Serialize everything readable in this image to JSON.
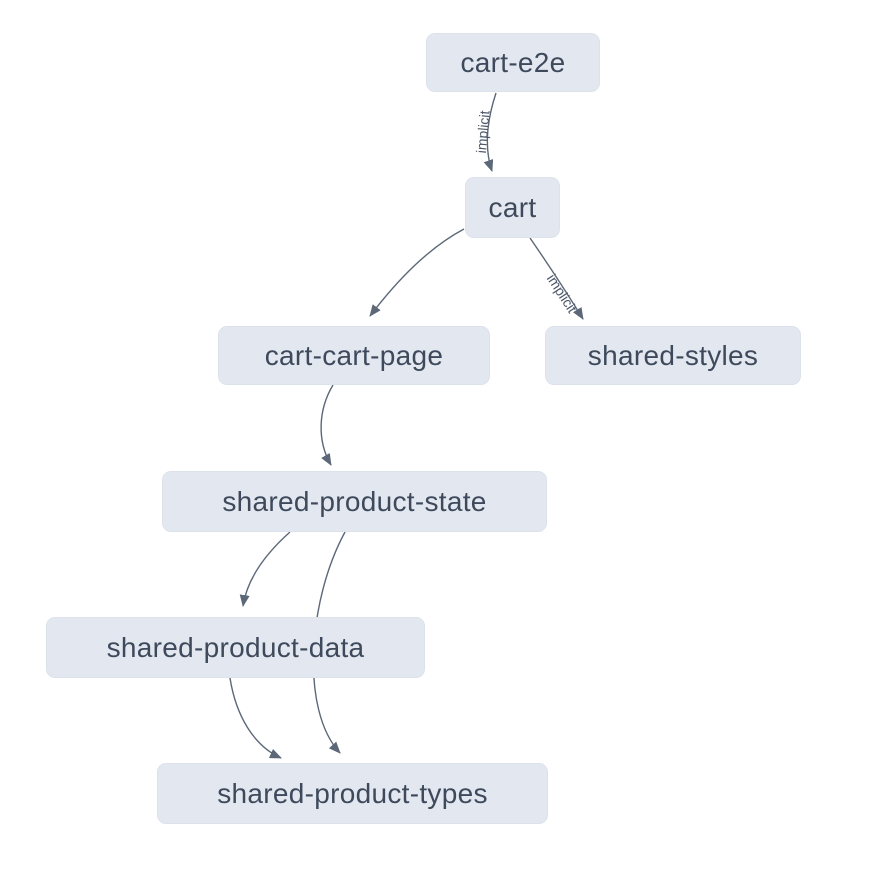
{
  "graph": {
    "type": "project-dependency-graph",
    "background": "#ffffff",
    "colors": {
      "node_fill": "#e3e8f0",
      "node_border": "#dce2ec",
      "node_text": "#3e4a5c",
      "edge_stroke": "#5c6878",
      "edge_label_text": "#4c5668"
    },
    "nodes": [
      {
        "id": "cart-e2e",
        "label": "cart-e2e"
      },
      {
        "id": "cart",
        "label": "cart"
      },
      {
        "id": "cart-cart-page",
        "label": "cart-cart-page"
      },
      {
        "id": "shared-styles",
        "label": "shared-styles"
      },
      {
        "id": "shared-product-state",
        "label": "shared-product-state"
      },
      {
        "id": "shared-product-data",
        "label": "shared-product-data"
      },
      {
        "id": "shared-product-types",
        "label": "shared-product-types"
      }
    ],
    "edges": [
      {
        "from": "cart-e2e",
        "to": "cart",
        "label": "implicit"
      },
      {
        "from": "cart",
        "to": "cart-cart-page",
        "label": ""
      },
      {
        "from": "cart",
        "to": "shared-styles",
        "label": "implicit"
      },
      {
        "from": "cart-cart-page",
        "to": "shared-product-state",
        "label": ""
      },
      {
        "from": "shared-product-state",
        "to": "shared-product-data",
        "label": ""
      },
      {
        "from": "shared-product-state",
        "to": "shared-product-types",
        "label": ""
      },
      {
        "from": "shared-product-data",
        "to": "shared-product-types",
        "label": ""
      }
    ]
  }
}
